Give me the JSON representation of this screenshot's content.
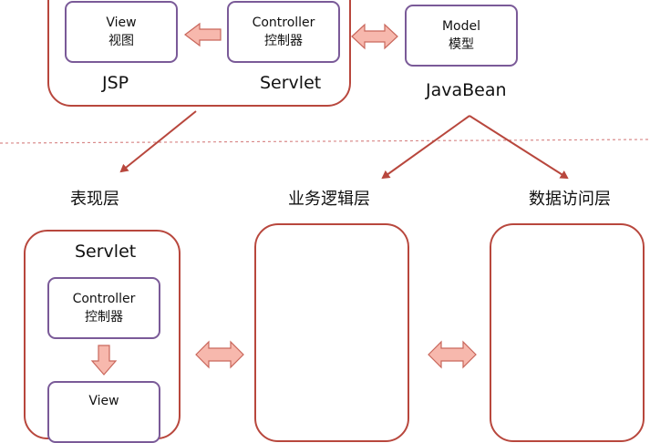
{
  "top": {
    "view": {
      "en": "View",
      "zh": "视图"
    },
    "controller": {
      "en": "Controller",
      "zh": "控制器"
    },
    "model": {
      "en": "Model",
      "zh": "模型"
    },
    "jsp_label": "JSP",
    "servlet_label": "Servlet",
    "javabean_label": "JavaBean"
  },
  "layers": {
    "presentation": "表现层",
    "business": "业务逻辑层",
    "data_access": "数据访问层"
  },
  "bottom": {
    "servlet_label": "Servlet",
    "controller": {
      "en": "Controller",
      "zh": "控制器"
    },
    "view": {
      "en": "View"
    }
  },
  "colors": {
    "container_border": "#b8473d",
    "box_border": "#7a5a98",
    "arrow_fill": "#f7b8ad",
    "arrow_stroke": "#c9675c",
    "connector": "#b8473d",
    "divider": "#d98a8a"
  }
}
